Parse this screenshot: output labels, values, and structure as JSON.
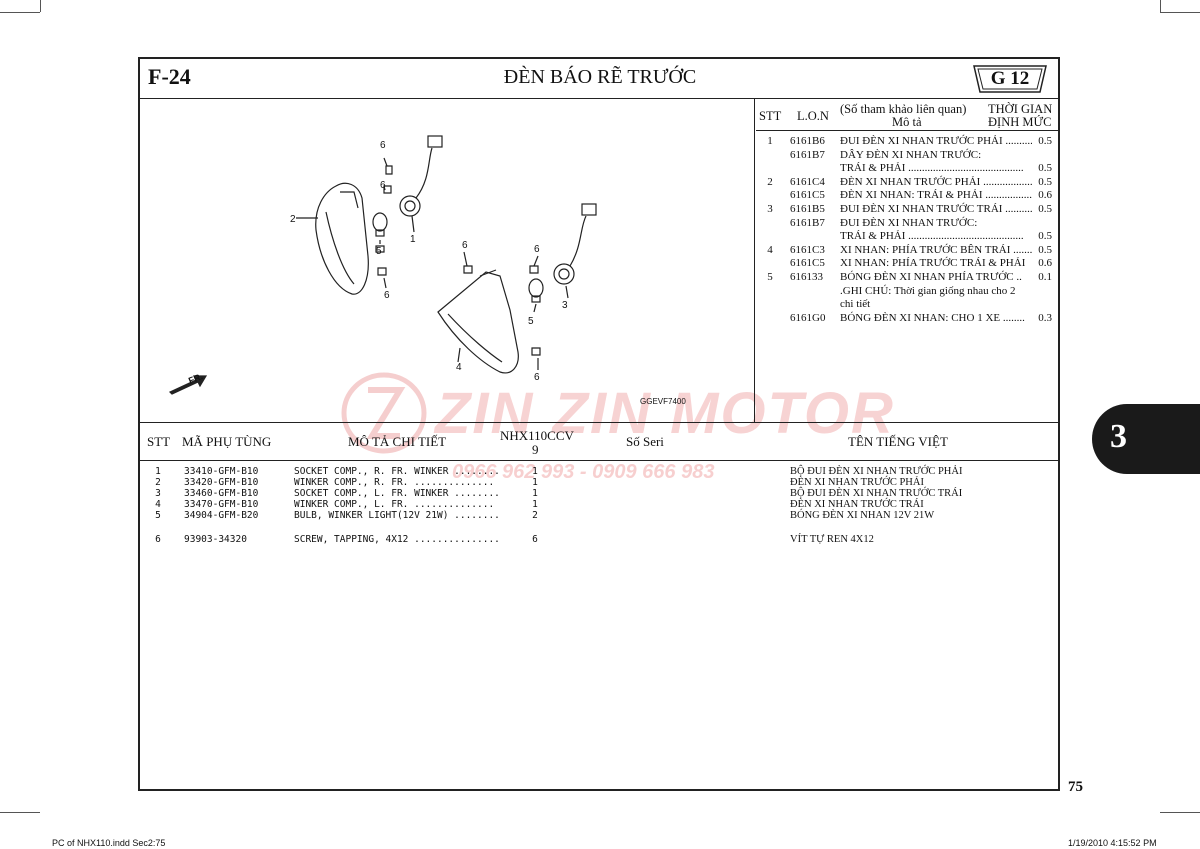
{
  "header": {
    "section_code": "F-24",
    "title": "ĐÈN BÁO RẼ TRƯỚC",
    "group": "G 12"
  },
  "labor_table": {
    "headers": {
      "stt": "STT",
      "lon": "L.O.N",
      "desc_line1": "(Số tham khảo liên quan)",
      "desc_line2": "Mô tả",
      "time_line1": "THỜI GIAN",
      "time_line2": "ĐỊNH MỨC"
    },
    "rows": [
      {
        "stt": "1",
        "code": "6161B6",
        "desc": "ĐUI ĐÈN XI NHAN TRƯỚC PHẢI ..............",
        "time": "0.5"
      },
      {
        "stt": "",
        "code": "6161B7",
        "desc": "DÂY ĐÈN XI NHAN TRƯỚC:",
        "time": ""
      },
      {
        "stt": "",
        "code": "",
        "desc": "TRÁI & PHẢI ..........................................",
        "time": "0.5"
      },
      {
        "stt": "2",
        "code": "6161C4",
        "desc": "ĐÈN XI NHAN TRƯỚC PHẢI ...................",
        "time": "0.5"
      },
      {
        "stt": "",
        "code": "6161C5",
        "desc": "ĐÈN XI NHAN: TRÁI & PHẢI .................",
        "time": "0.6"
      },
      {
        "stt": "3",
        "code": "6161B5",
        "desc": "ĐUI ĐÈN XI NHAN TRƯỚC TRÁI ..........",
        "time": "0.5"
      },
      {
        "stt": "",
        "code": "6161B7",
        "desc": "ĐUI ĐÈN XI NHAN TRƯỚC:",
        "time": ""
      },
      {
        "stt": "",
        "code": "",
        "desc": "TRÁI & PHẢI ..........................................",
        "time": "0.5"
      },
      {
        "stt": "4",
        "code": "6161C3",
        "desc": "XI NHAN: PHÍA TRƯỚC BÊN TRÁI .......",
        "time": "0.5"
      },
      {
        "stt": "",
        "code": "6161C5",
        "desc": "XI NHAN: PHÍA TRƯỚC TRÁI & PHẢI",
        "time": "0.6"
      },
      {
        "stt": "5",
        "code": "616133",
        "desc": "BÓNG ĐÈN XI NHAN PHÍA TRƯỚC ..",
        "time": "0.1"
      },
      {
        "stt": "",
        "code": "",
        "desc": ".GHI CHÚ: Thời gian giống nhau cho 2",
        "time": ""
      },
      {
        "stt": "",
        "code": "",
        "desc": "chi tiết",
        "time": ""
      },
      {
        "stt": "",
        "code": "6161G0",
        "desc": "BÓNG ĐÈN XI NHAN: CHO 1 XE ........",
        "time": "0.3"
      }
    ]
  },
  "diagram": {
    "code": "GGEVF7400",
    "fr_label": "FR.",
    "callouts": [
      "6",
      "6",
      "2",
      "5",
      "1",
      "6",
      "6",
      "6",
      "5",
      "3",
      "4",
      "6",
      "6"
    ]
  },
  "parts_table": {
    "headers": {
      "stt": "STT",
      "part_no": "MÃ PHỤ TÙNG",
      "desc": "MÔ TẢ CHI TIẾT",
      "model_line1": "NHX110CCV",
      "model_line2": "9",
      "serial": "Số Seri",
      "vn_name": "TÊN TIẾNG VIỆT"
    },
    "rows": [
      {
        "stt": "1",
        "part_no": "33410-GFM-B10",
        "desc": "SOCKET COMP., R. FR. WINKER ........",
        "qty": "1",
        "vn": "BỘ ĐUI ĐÈN XI NHAN TRƯỚC PHẢI"
      },
      {
        "stt": "2",
        "part_no": "33420-GFM-B10",
        "desc": "WINKER COMP., R. FR. ..............",
        "qty": "1",
        "vn": "ĐÈN XI NHAN TRƯỚC PHẢI"
      },
      {
        "stt": "3",
        "part_no": "33460-GFM-B10",
        "desc": "SOCKET COMP., L. FR. WINKER ........",
        "qty": "1",
        "vn": "BỘ ĐUI ĐÈN XI NHAN TRƯỚC TRÁI"
      },
      {
        "stt": "4",
        "part_no": "33470-GFM-B10",
        "desc": "WINKER COMP., L. FR. ..............",
        "qty": "1",
        "vn": "ĐÈN XI NHAN TRƯỚC TRÁI"
      },
      {
        "stt": "5",
        "part_no": "34904-GFM-B20",
        "desc": "BULB, WINKER LIGHT(12V 21W) ........",
        "qty": "2",
        "vn": "BÓNG ĐÈN XI NHAN 12V 21W"
      },
      {
        "stt": "6",
        "part_no": "93903-34320",
        "desc": "SCREW, TAPPING, 4X12 ...............",
        "qty": "6",
        "vn": "VÍT TỰ REN 4X12"
      }
    ]
  },
  "watermark": {
    "brand": "ZIN ZIN MOTOR",
    "phone": "0966 962 993 - 0909 666 983"
  },
  "side_tab": "3",
  "page_number": "75",
  "footer": {
    "left": "PC of NHX110.indd   Sec2:75",
    "right": "1/19/2010   4:15:52 PM"
  }
}
